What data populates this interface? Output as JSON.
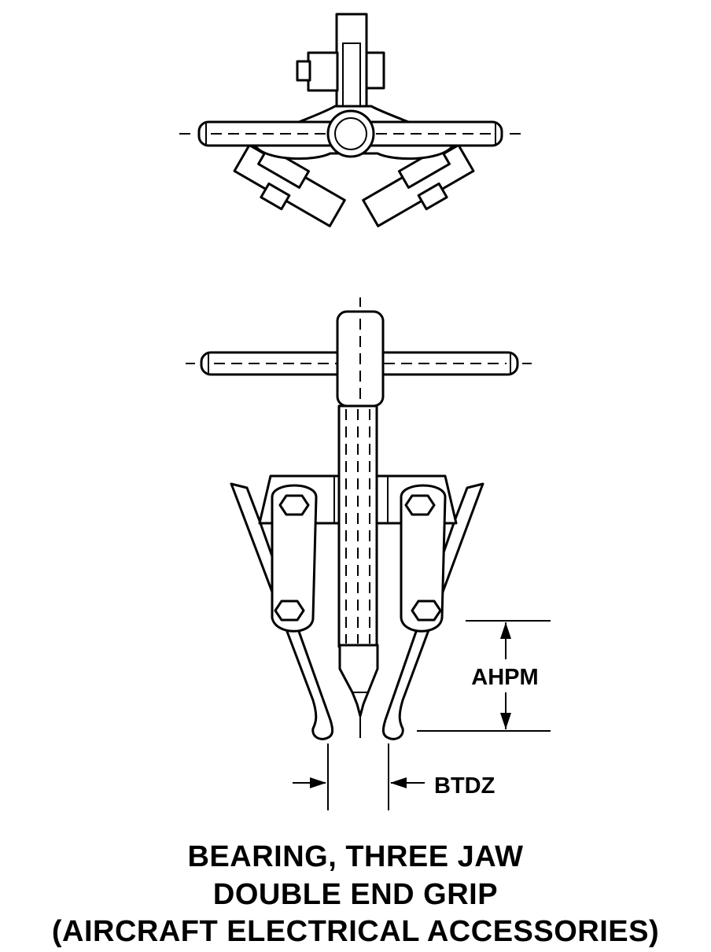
{
  "dimensions": {
    "height_label": "AHPM",
    "gap_label": "BTDZ"
  },
  "caption": {
    "line1": "BEARING, THREE JAW",
    "line2": "DOUBLE END GRIP",
    "line3": "(AIRCRAFT ELECTRICAL ACCESSORIES)"
  }
}
